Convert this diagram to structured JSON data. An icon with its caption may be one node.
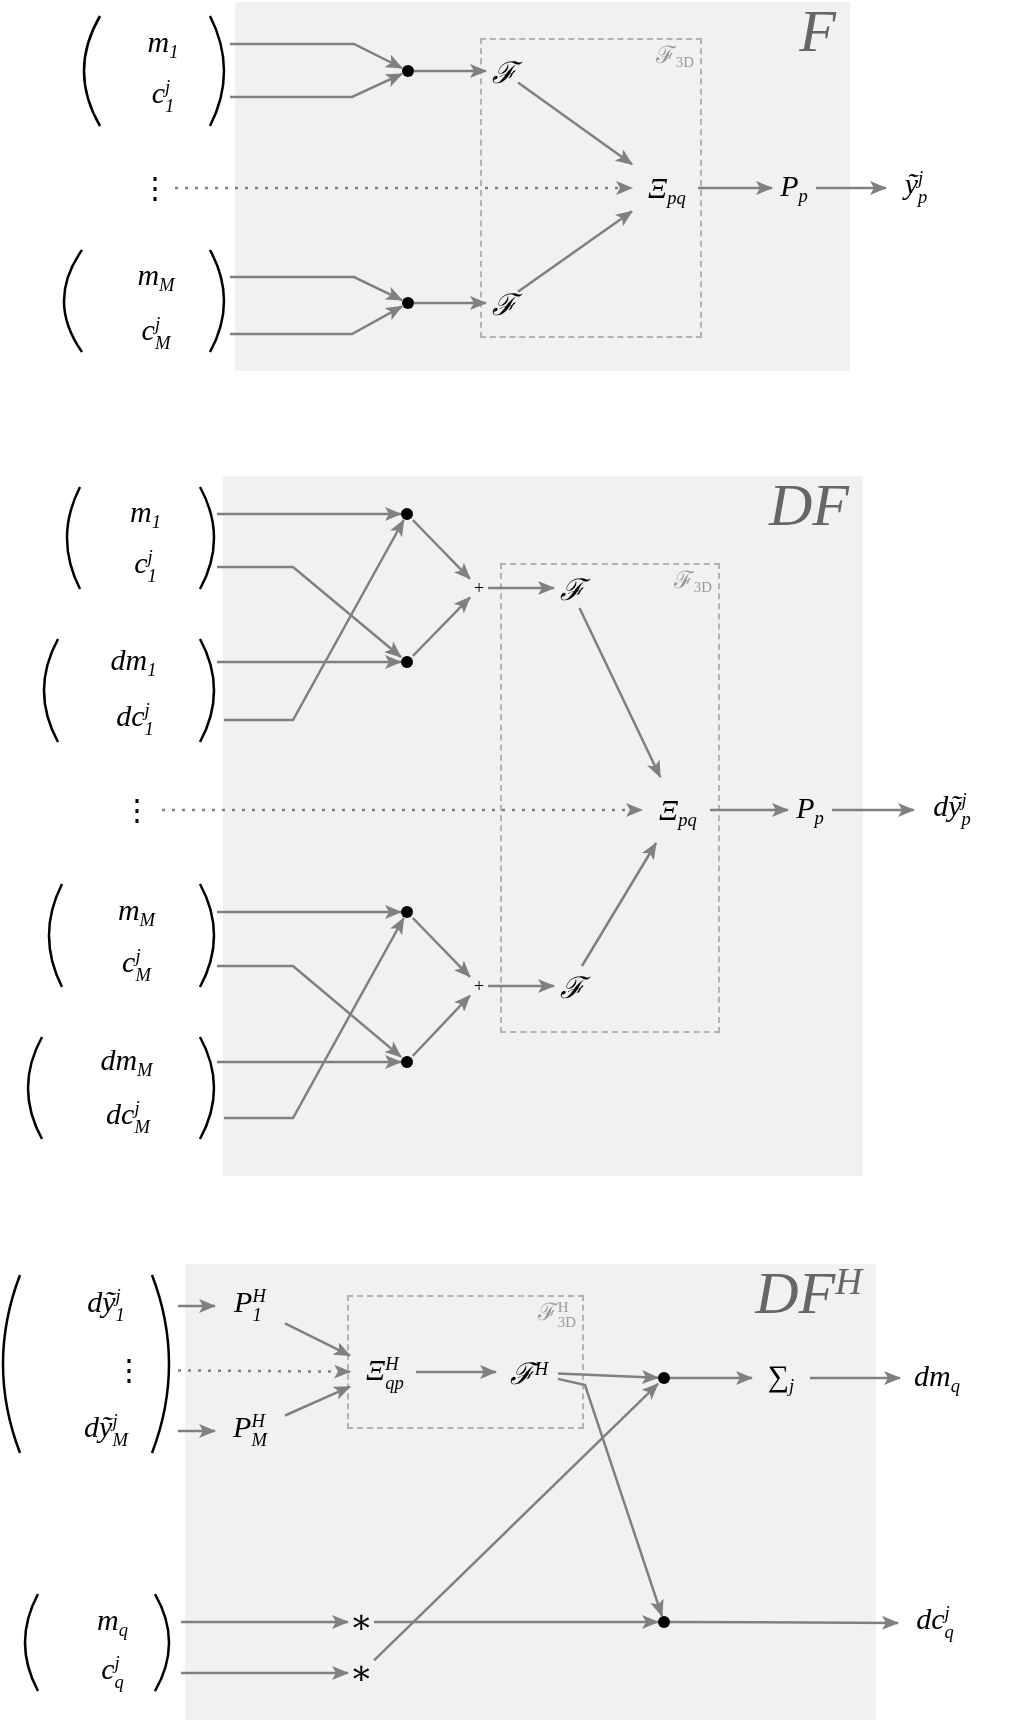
{
  "diagram": {
    "nodes": [
      {
        "text": [
          "F"
        ]
      },
      {
        "text": [
          "m$_{1}$"
        ]
      },
      {
        "text": [
          "c$^{j}$$_{1}$"
        ]
      },
      {
        "text": [
          "⋮"
        ]
      },
      {
        "text": [
          "m$_{M}$"
        ]
      },
      {
        "text": [
          "c$^{j}$$_{M}$"
        ]
      },
      {
        "text": [],
        "shape": "circle",
        "in": 0
      },
      {
        "text": [],
        "shape": "circle",
        "in": 0
      },
      {
        "text": [
          "ℱ$_{3D}$"
        ],
        "in": 0
      },
      {
        "text": [
          "ℱ"
        ],
        "in": 8
      },
      {
        "text": [
          "ℱ"
        ],
        "in": 8
      },
      {
        "text": [
          "Ξ$_{pq}$"
        ],
        "in": 8
      },
      {
        "text": [
          "P$_{p}$"
        ],
        "in": 0
      },
      {
        "text": [
          "ỹ$^{j}$$_{p}$"
        ]
      },
      {
        "text": [
          "DF"
        ]
      },
      {
        "text": [
          "m$_{1}$"
        ]
      },
      {
        "text": [
          "c$^{j}$$_{1}$"
        ]
      },
      {
        "text": [
          "dm$_{1}$"
        ]
      },
      {
        "text": [
          "dc$^{j}$$_{1}$"
        ]
      },
      {
        "text": [
          "⋮"
        ]
      },
      {
        "text": [
          "m$_{M}$"
        ]
      },
      {
        "text": [
          "c$^{j}$$_{M}$"
        ]
      },
      {
        "text": [
          "dm$_{M}$"
        ]
      },
      {
        "text": [
          "dc$^{j}$$_{M}$"
        ]
      },
      {
        "text": [],
        "shape": "circle",
        "in": 14
      },
      {
        "text": [],
        "shape": "circle",
        "in": 14
      },
      {
        "text": [],
        "shape": "circle",
        "in": 14
      },
      {
        "text": [],
        "shape": "circle",
        "in": 14
      },
      {
        "text": [
          "+"
        ],
        "in": 14
      },
      {
        "text": [
          "+"
        ],
        "in": 14
      },
      {
        "text": [
          "ℱ$_{3D}$"
        ],
        "in": 14
      },
      {
        "text": [
          "ℱ"
        ],
        "in": 30
      },
      {
        "text": [
          "ℱ"
        ],
        "in": 30
      },
      {
        "text": [
          "Ξ$_{pq}$"
        ],
        "in": 30
      },
      {
        "text": [
          "P$_{p}$"
        ],
        "in": 14
      },
      {
        "text": [
          "dỹ$^{j}$$_{p}$"
        ]
      },
      {
        "text": [
          "DF$^{H}$"
        ]
      },
      {
        "text": [
          "dỹ$^{j}$$_{1}$"
        ]
      },
      {
        "text": [
          "⋮"
        ]
      },
      {
        "text": [
          "dỹ$^{j}$$_{M}$"
        ]
      },
      {
        "text": [
          "m$_{q}$"
        ]
      },
      {
        "text": [
          "c$^{j}$$_{q}$"
        ]
      },
      {
        "text": [
          "P$^{H}$$_{1}$"
        ],
        "in": 36
      },
      {
        "text": [
          "P$^{H}$$_{M}$"
        ],
        "in": 36
      },
      {
        "text": [
          "ℱ$^{H}$$_{3D}$"
        ],
        "in": 36
      },
      {
        "text": [
          "Ξ$^{H}$$_{qp}$"
        ],
        "in": 44
      },
      {
        "text": [
          "ℱ$^{H}$"
        ],
        "in": 44
      },
      {
        "text": [],
        "shape": "circle",
        "in": 36
      },
      {
        "text": [
          "∑$_{j}$"
        ],
        "in": 36
      },
      {
        "text": [
          "∗"
        ],
        "in": 36
      },
      {
        "text": [
          "∗"
        ],
        "in": 36
      },
      {
        "text": [],
        "shape": "circle",
        "in": 36
      },
      {
        "text": [
          "dm$_{q}$"
        ]
      },
      {
        "text": [
          "dc$^{j}$$_{q}$"
        ]
      }
    ],
    "edges": [
      {
        "from": 1,
        "to": 6,
        "arrow": "to"
      },
      {
        "from": 2,
        "to": 6,
        "arrow": "to"
      },
      {
        "from": 4,
        "to": 7,
        "arrow": "to"
      },
      {
        "from": 5,
        "to": 7,
        "arrow": "to"
      },
      {
        "from": 6,
        "to": 9,
        "arrow": "to"
      },
      {
        "from": 7,
        "to": 10,
        "arrow": "to"
      },
      {
        "from": 9,
        "to": 11,
        "arrow": "to"
      },
      {
        "from": 10,
        "to": 11,
        "arrow": "to"
      },
      {
        "from": 3,
        "to": 11,
        "arrow": "to",
        "style": "dashed"
      },
      {
        "from": 11,
        "to": 12,
        "arrow": "to"
      },
      {
        "from": 12,
        "to": 13,
        "arrow": "to"
      },
      {
        "from": 15,
        "to": 24,
        "arrow": "to"
      },
      {
        "from": 16,
        "to": 25,
        "arrow": "to"
      },
      {
        "from": 17,
        "to": 25,
        "arrow": "to"
      },
      {
        "from": 18,
        "to": 24,
        "arrow": "to"
      },
      {
        "from": 24,
        "to": 28,
        "arrow": "to"
      },
      {
        "from": 25,
        "to": 28,
        "arrow": "to"
      },
      {
        "from": 28,
        "to": 31,
        "arrow": "to"
      },
      {
        "from": 20,
        "to": 26,
        "arrow": "to"
      },
      {
        "from": 21,
        "to": 27,
        "arrow": "to"
      },
      {
        "from": 22,
        "to": 27,
        "arrow": "to"
      },
      {
        "from": 23,
        "to": 26,
        "arrow": "to"
      },
      {
        "from": 26,
        "to": 29,
        "arrow": "to"
      },
      {
        "from": 27,
        "to": 29,
        "arrow": "to"
      },
      {
        "from": 29,
        "to": 32,
        "arrow": "to"
      },
      {
        "from": 31,
        "to": 33,
        "arrow": "to"
      },
      {
        "from": 32,
        "to": 33,
        "arrow": "to"
      },
      {
        "from": 19,
        "to": 33,
        "arrow": "to",
        "style": "dashed"
      },
      {
        "from": 33,
        "to": 34,
        "arrow": "to"
      },
      {
        "from": 34,
        "to": 35,
        "arrow": "to"
      },
      {
        "from": 37,
        "to": 42,
        "arrow": "to"
      },
      {
        "from": 39,
        "to": 43,
        "arrow": "to"
      },
      {
        "from": 38,
        "to": 45,
        "arrow": "to",
        "style": "dashed"
      },
      {
        "from": 42,
        "to": 45,
        "arrow": "to"
      },
      {
        "from": 43,
        "to": 45,
        "arrow": "to"
      },
      {
        "from": 45,
        "to": 46,
        "arrow": "to"
      },
      {
        "from": 46,
        "to": 47,
        "arrow": "to"
      },
      {
        "from": 46,
        "to": 51,
        "arrow": "to"
      },
      {
        "from": 40,
        "to": 49,
        "arrow": "to"
      },
      {
        "from": 41,
        "to": 50,
        "arrow": "to"
      },
      {
        "from": 49,
        "to": 51,
        "arrow": "to"
      },
      {
        "from": 50,
        "to": 47,
        "arrow": "to"
      },
      {
        "from": 47,
        "to": 48,
        "arrow": "to"
      },
      {
        "from": 48,
        "to": 52,
        "arrow": "to"
      },
      {
        "from": 51,
        "to": 53,
        "arrow": "to"
      }
    ]
  }
}
